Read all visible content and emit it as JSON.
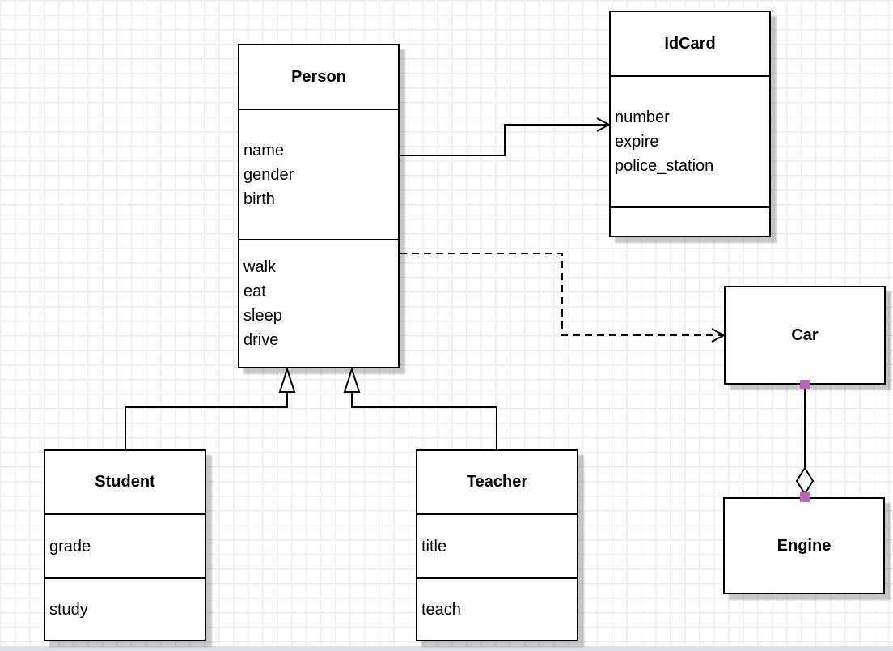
{
  "diagram": {
    "kind": "uml-class-diagram",
    "classes": {
      "person": {
        "title": "Person",
        "attributes": [
          "name",
          "gender",
          "birth"
        ],
        "methods": [
          "walk",
          "eat",
          "sleep",
          "drive"
        ]
      },
      "idcard": {
        "title": "IdCard",
        "attributes": [
          "number",
          "expire",
          "police_station"
        ],
        "methods": []
      },
      "car": {
        "title": "Car",
        "attributes": [],
        "methods": []
      },
      "engine": {
        "title": "Engine",
        "attributes": [],
        "methods": []
      },
      "student": {
        "title": "Student",
        "attributes": [
          "grade"
        ],
        "methods": [
          "study"
        ]
      },
      "teacher": {
        "title": "Teacher",
        "attributes": [
          "title"
        ],
        "methods": [
          "teach"
        ]
      }
    },
    "relationships": [
      {
        "from": "Person",
        "to": "IdCard",
        "type": "directed-association",
        "line": "solid",
        "end": "open-arrow"
      },
      {
        "from": "Person",
        "to": "Car",
        "type": "dependency",
        "line": "dashed",
        "end": "open-arrow"
      },
      {
        "from": "Student",
        "to": "Person",
        "type": "generalization",
        "line": "solid",
        "end": "hollow-triangle"
      },
      {
        "from": "Teacher",
        "to": "Person",
        "type": "generalization",
        "line": "solid",
        "end": "hollow-triangle"
      },
      {
        "from": "Car",
        "to": "Engine",
        "type": "aggregation",
        "line": "solid",
        "end": "hollow-diamond",
        "handles": "magenta-squares"
      }
    ],
    "colors": {
      "line": "#000000",
      "box_fill": "#ffffff",
      "shadow": "#c9c9c9",
      "grid_line": "#eeeef2",
      "background": "#ffffff",
      "connection_handle": "#ba64ba"
    }
  }
}
